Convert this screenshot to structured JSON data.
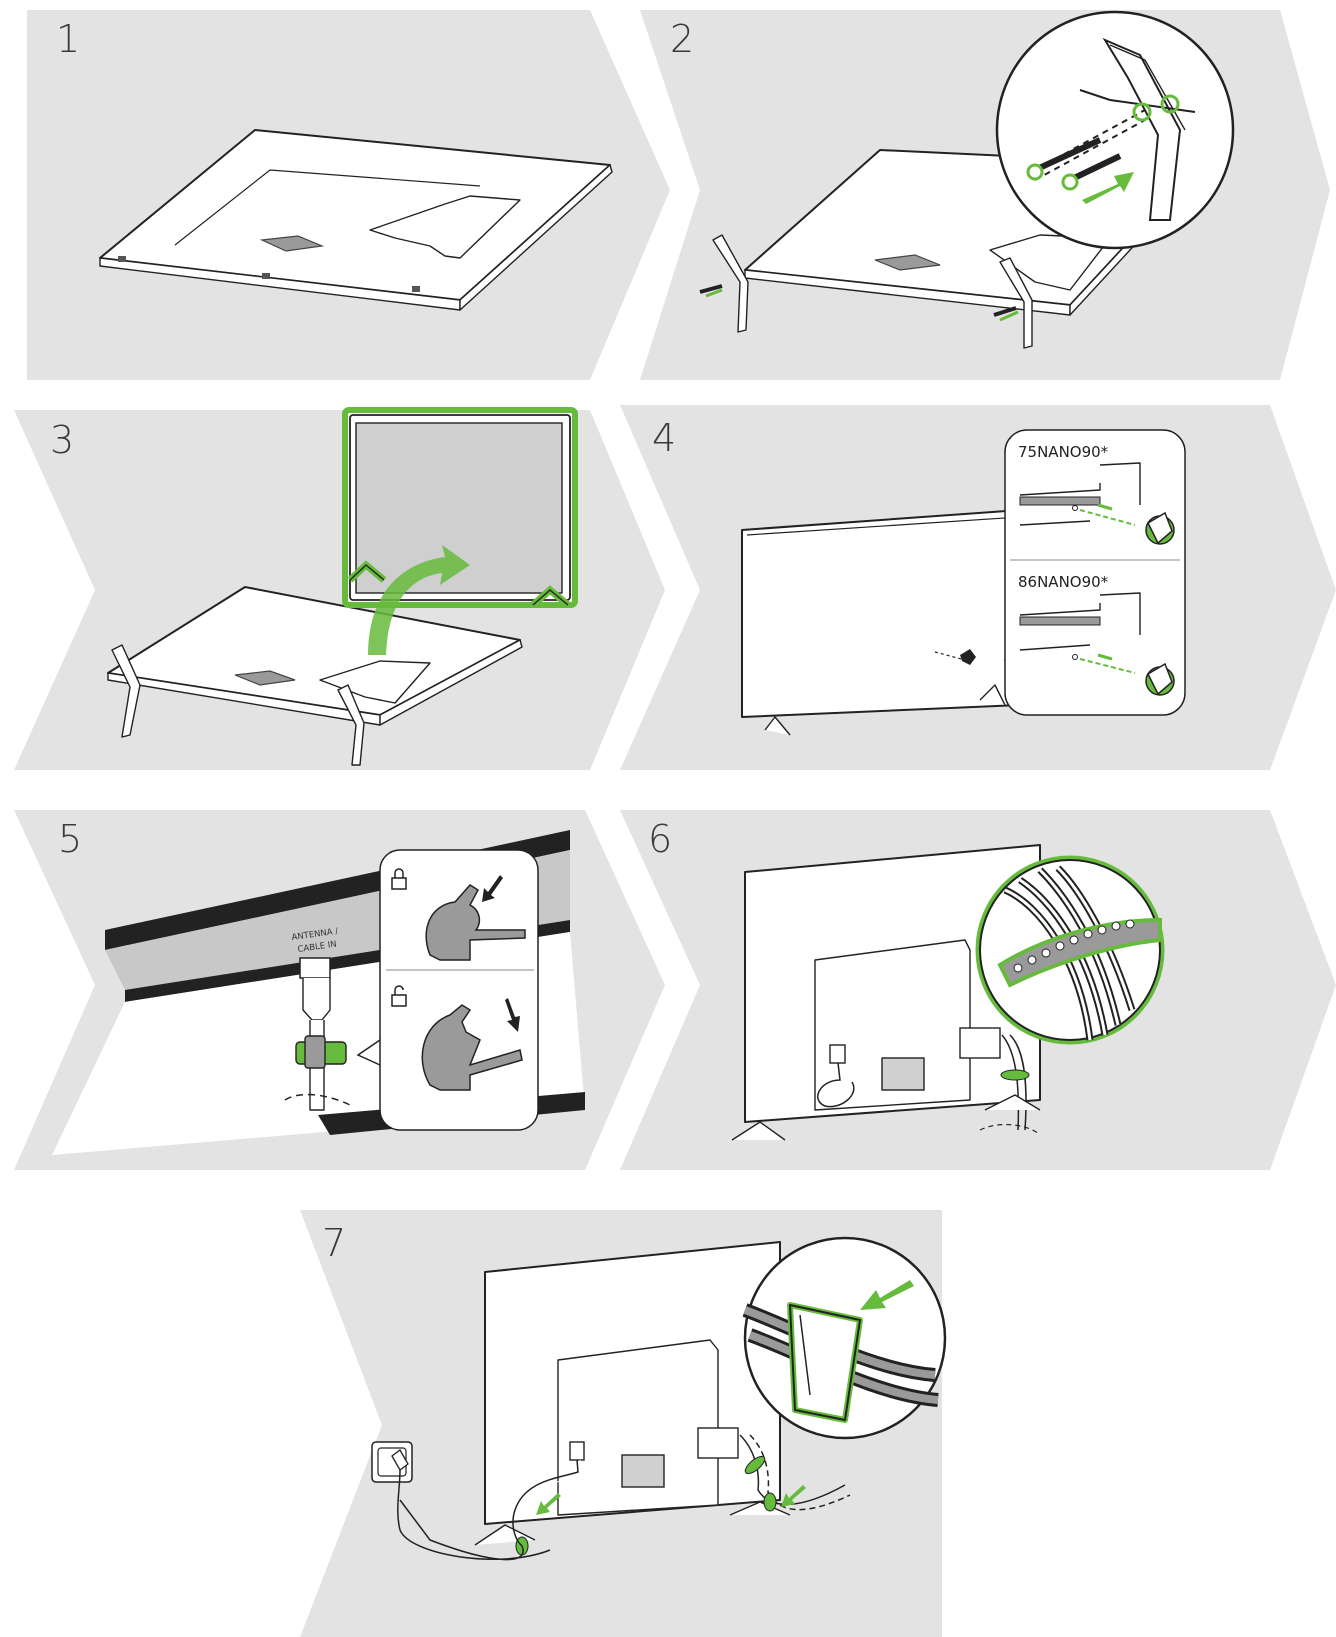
{
  "steps": [
    {
      "number": "1"
    },
    {
      "number": "2"
    },
    {
      "number": "3"
    },
    {
      "number": "4",
      "models": [
        "75NANO90*",
        "86NANO90*"
      ]
    },
    {
      "number": "5",
      "port_label_line1": "ANTENNA /",
      "port_label_line2": "CABLE IN"
    },
    {
      "number": "6"
    },
    {
      "number": "7"
    }
  ],
  "colors": {
    "panel_background": "#e3e3e3",
    "accent_green": "#66bb3c",
    "line": "#222222",
    "screen_gray": "#cfcfcf"
  },
  "icons": [
    "lock-closed-icon",
    "lock-open-icon",
    "arrow-icon",
    "screw-icon",
    "cable-clip-icon",
    "cable-tie-icon",
    "power-outlet-icon"
  ]
}
